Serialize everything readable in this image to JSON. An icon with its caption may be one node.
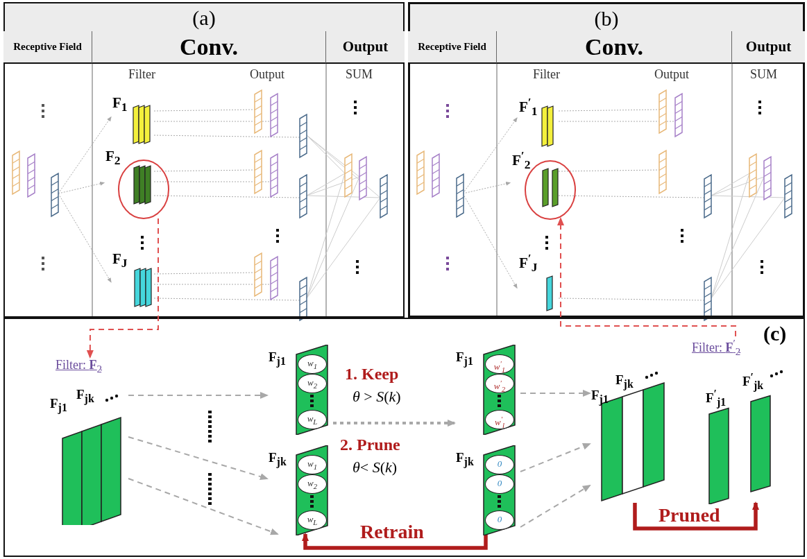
{
  "diagram": {
    "nodes": [
      {
        "text": [
          "(a)"
        ]
      },
      {
        "text": [
          "F$_{1}$"
        ],
        "in": 0
      },
      {
        "text": [
          "F$_{2}$"
        ],
        "in": 0
      },
      {
        "text": [
          "F$_{J}$"
        ],
        "in": 0
      },
      {
        "text": [
          "(b)"
        ]
      },
      {
        "text": [
          "F$^{′}$$_{1}$"
        ],
        "in": 4
      },
      {
        "text": [
          "F$^{′}$$_{2}$"
        ],
        "in": 4
      },
      {
        "text": [
          "F$^{′}$$_{J}$"
        ],
        "in": 4
      },
      {
        "text": [
          "(c)"
        ]
      },
      {
        "text": [
          "Filter: **F**$_{2}$",
          "F$_{j1}$",
          "F$_{jk}$"
        ],
        "in": 8
      },
      {
        "text": [
          "F$_{j1}$",
          "w$_{1}$",
          "w$_{2}$",
          "w$_{L}$"
        ],
        "in": 8
      },
      {
        "text": [
          "F$_{jk}$",
          "w$_{1}$",
          "w$_{2}$",
          "w$_{L}$"
        ],
        "in": 8
      },
      {
        "text": [
          "F$_{j1}$",
          "w$^{′}$$_{1}$",
          "w$^{′}$$_{2}$",
          "w$^{′}$$_{l}$"
        ],
        "in": 8
      },
      {
        "text": [
          "F$_{jk}$",
          "0",
          "0",
          "0"
        ],
        "in": 8
      },
      {
        "text": [
          "F$_{j1}$",
          "F$_{jk}$"
        ],
        "in": 8
      },
      {
        "text": [
          "Filter: **F**$^{′}$$_{2}$",
          "F$^{′}$$_{j1}$",
          "F$^{′}$$_{jk}$"
        ],
        "in": 8
      },
      {
        "text": [],
        "shape": "bar",
        "in": 0
      },
      {
        "text": [],
        "shape": "bar",
        "in": 4
      }
    ],
    "edges": [
      {
        "from": 2,
        "to": 9,
        "arrow": "to",
        "style": "dashed",
        "color": "#e05050"
      },
      {
        "from": 9,
        "to": 10,
        "arrow": "to",
        "style": "dashed"
      },
      {
        "from": 9,
        "to": 11,
        "arrow": "to",
        "style": "dashed"
      },
      {
        "from": 9,
        "to": 11,
        "arrow": "to",
        "style": "dashed"
      },
      {
        "from": 10,
        "to": 12,
        "arrow": "to",
        "style": "dashed"
      },
      {
        "from": 13,
        "to": 11,
        "arrow": "to",
        "label": "Retrain",
        "style": "thick",
        "color": "#b01c1c"
      },
      {
        "from": 12,
        "to": 14,
        "arrow": "to",
        "style": "dashed"
      },
      {
        "from": 13,
        "to": 14,
        "arrow": "to",
        "style": "dashed"
      },
      {
        "from": 13,
        "to": 14,
        "arrow": "to",
        "style": "dashed"
      },
      {
        "from": 14,
        "to": 15,
        "arrow": "to",
        "label": "Pruned",
        "style": "thick",
        "color": "#b01c1c"
      },
      {
        "from": 15,
        "to": 6,
        "arrow": "to",
        "style": "dashed",
        "color": "#e05050"
      },
      {
        "from": 16,
        "to": 1,
        "arrow": "to",
        "style": "dashed"
      },
      {
        "from": 16,
        "to": 2,
        "arrow": "to",
        "style": "dashed"
      },
      {
        "from": 16,
        "to": 3,
        "arrow": "to",
        "style": "dashed"
      },
      {
        "from": 17,
        "to": 5,
        "arrow": "to",
        "style": "dashed"
      },
      {
        "from": 17,
        "to": 6,
        "arrow": "to",
        "style": "dashed"
      },
      {
        "from": 17,
        "to": 7,
        "arrow": "to",
        "style": "dashed"
      }
    ],
    "labels": [
      "Receptive Field",
      "Conv.",
      "Output",
      "Receptive Field",
      "Conv.",
      "Output",
      "Filter",
      "Output",
      "SUM",
      "Filter",
      "Output",
      "SUM",
      "1. Keep",
      "*θ* > *S*(*k*)",
      "2. Prune",
      "*θ*< *S*(*k*)"
    ]
  }
}
